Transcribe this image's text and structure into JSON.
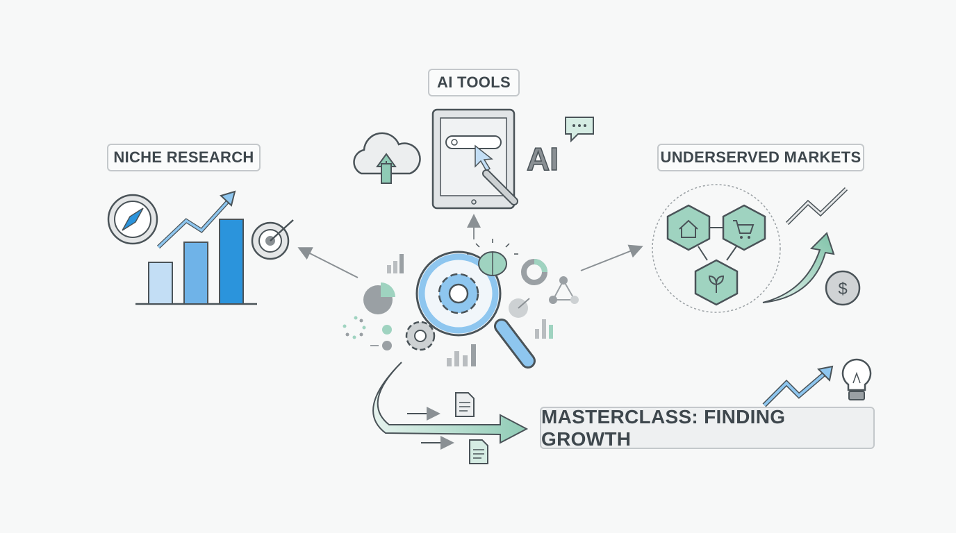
{
  "labels": {
    "ai_tools": "AI TOOLS",
    "niche_research": "NICHE RESEARCH",
    "underserved_markets": "UNDERSERVED MARKETS",
    "masterclass": "MASTERCLASS: FINDING GROWTH",
    "ai_glyph": "AI"
  },
  "colors": {
    "blue_light": "#c3def5",
    "blue_mid": "#6fb3e8",
    "blue_dark": "#2b94dc",
    "teal": "#9fd3c0",
    "gray_stroke": "#4a5358"
  }
}
